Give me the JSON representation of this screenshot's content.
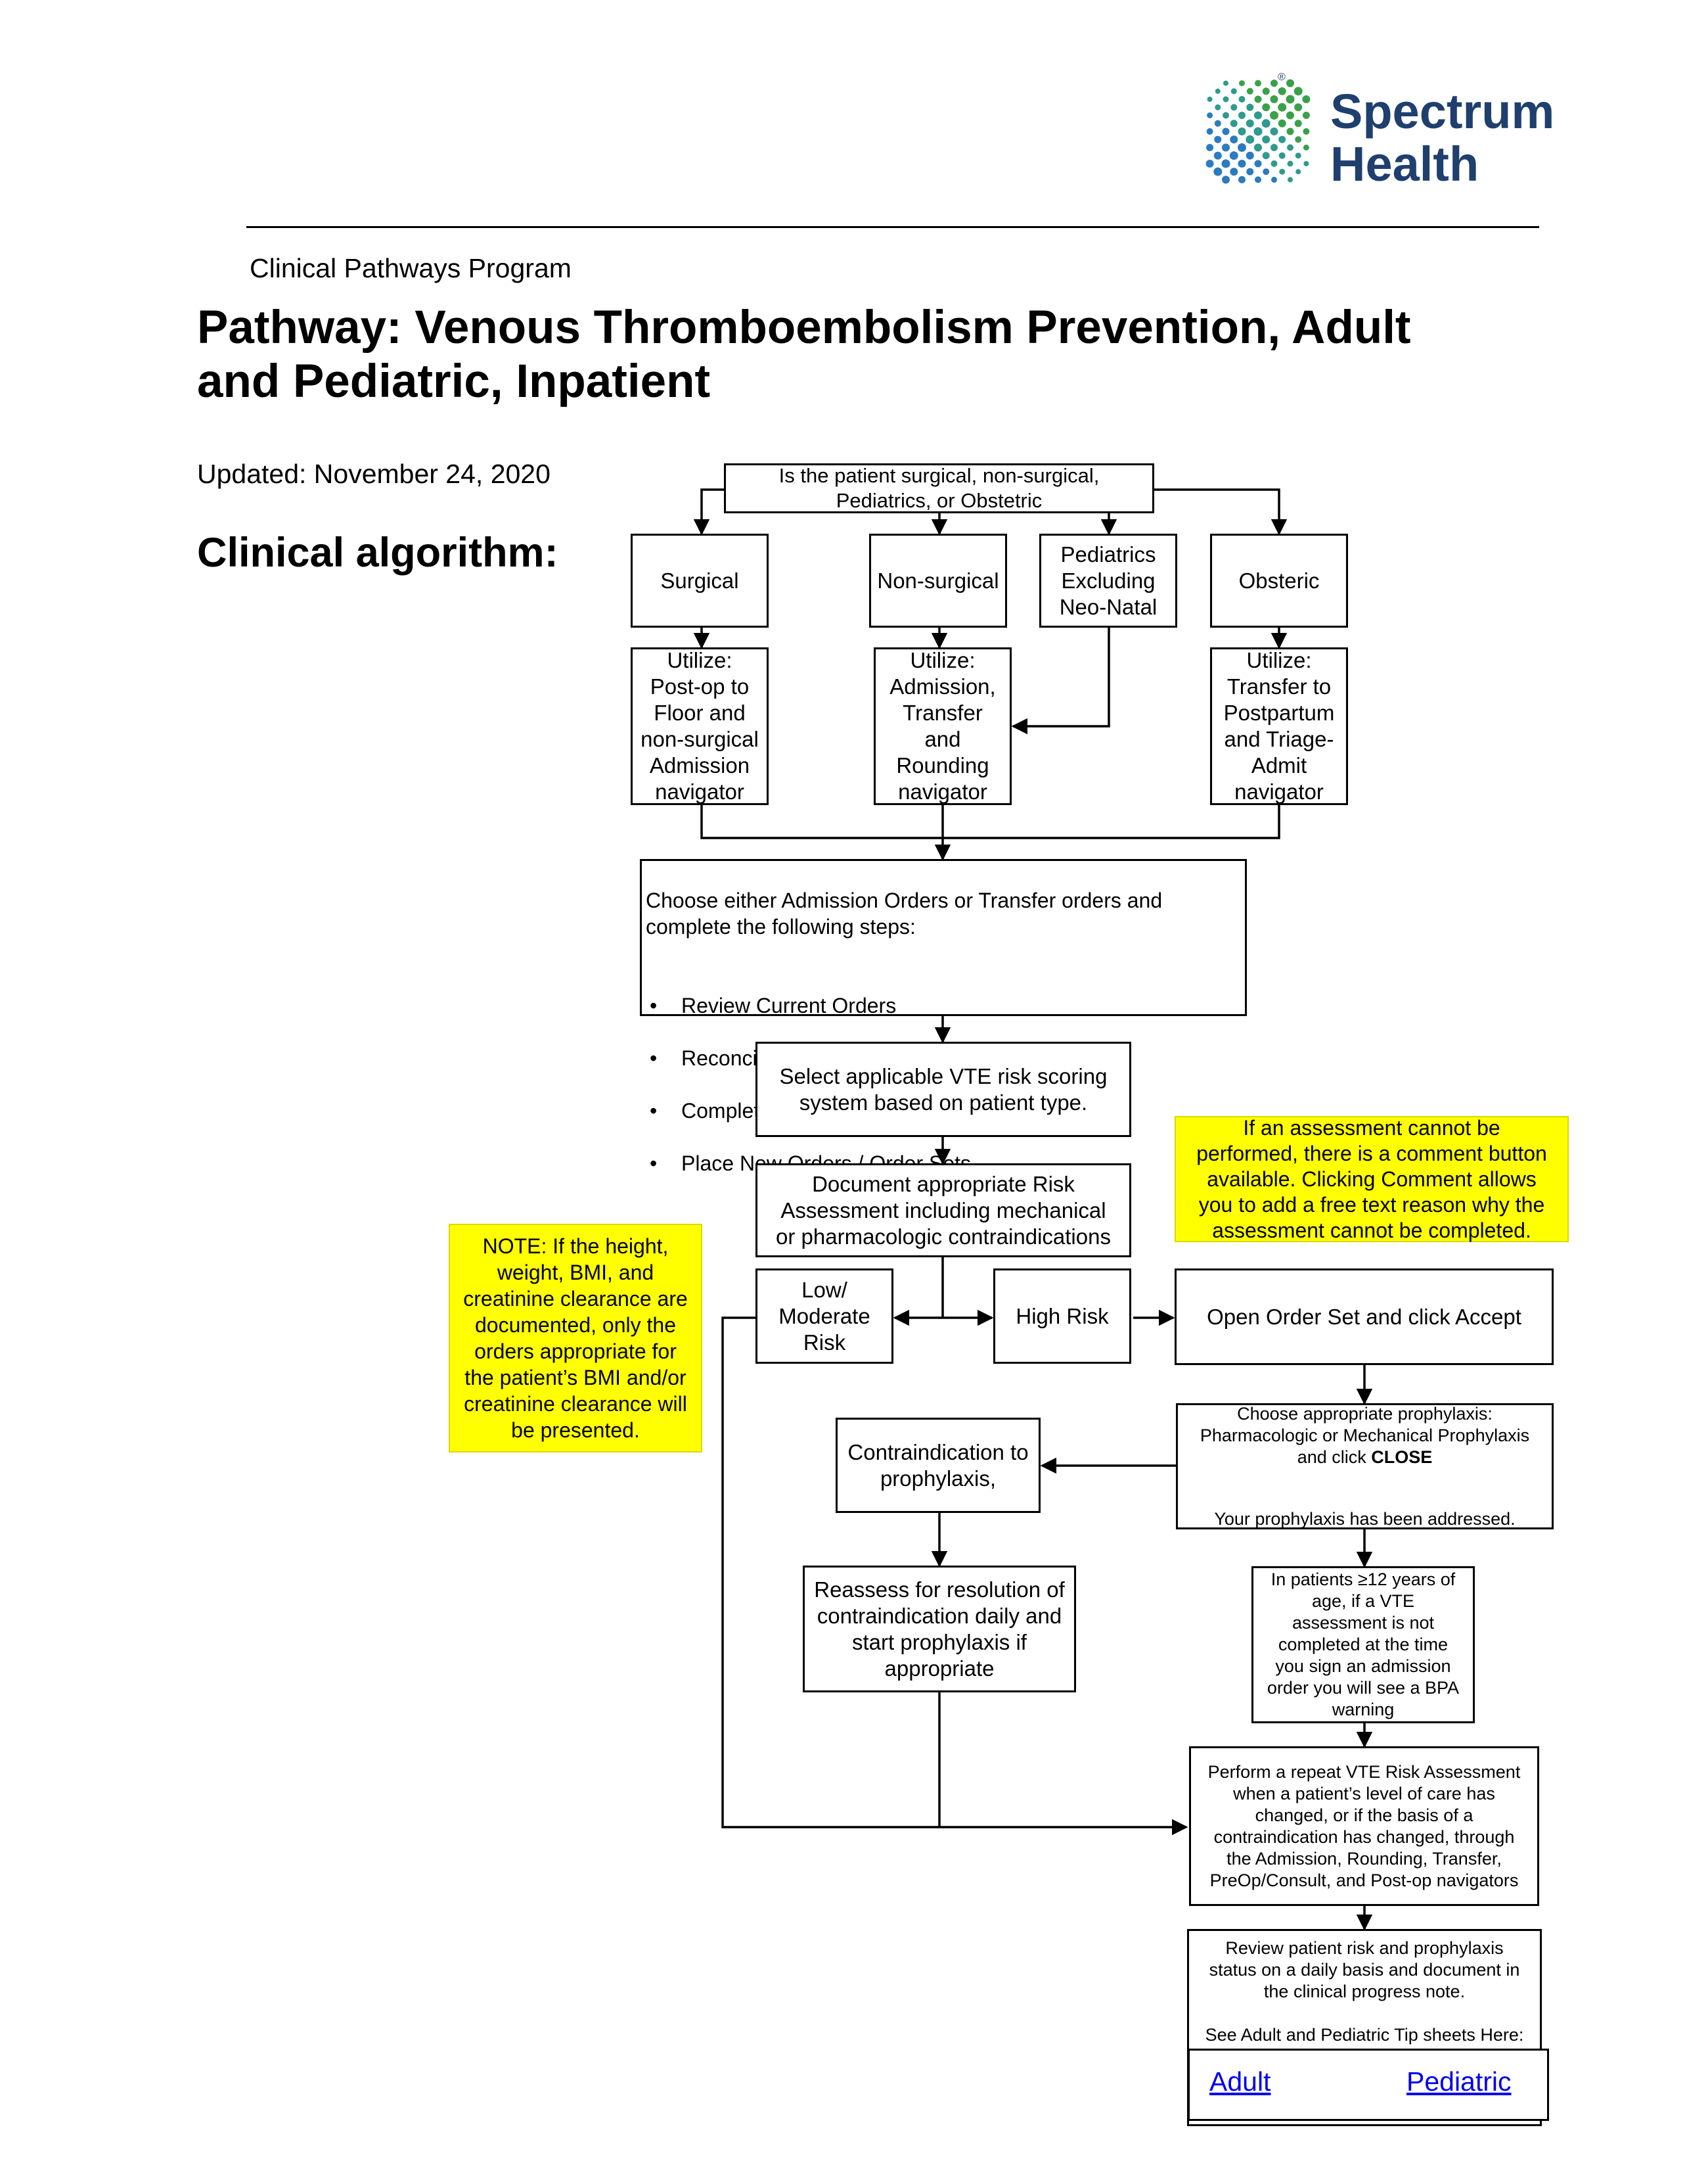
{
  "logo": {
    "line1": "Spectrum",
    "line2": "Health",
    "mark": "registered-mark",
    "brand_color": "#1f3f6e",
    "accent_green": "#3aa14a",
    "accent_blue": "#2b7bbf"
  },
  "header": {
    "program": "Clinical Pathways Program",
    "title_line1": "Pathway: Venous Thromboembolism Prevention, Adult",
    "title_line2": "and Pediatric, Inpatient",
    "updated": "Updated: November 24, 2020",
    "section": "Clinical algorithm:"
  },
  "flow": {
    "question": "Is the patient surgical, non-surgical,\nPediatrics, or Obstetric",
    "surgical": "Surgical",
    "nonsurgical": "Non-surgical",
    "pediatrics": "Pediatrics\nExcluding\nNeo-Natal",
    "obstetric": "Obsteric",
    "utilize_surgical": "Utilize:\nPost-op to\nFloor and\nnon-surgical\nAdmission\nnavigator",
    "utilize_nonsurgical": "Utilize:\nAdmission,\nTransfer\nand\nRounding\nnavigator",
    "utilize_obstetric": "Utilize:\nTransfer to\nPostpartum\nand Triage-\nAdmit\nnavigator",
    "orders_intro": "Choose either Admission Orders or Transfer orders and complete the following steps:",
    "orders_steps": [
      "Review Current Orders",
      "Reconcile Home Medications",
      "Complete VTE Assessments",
      "Place New Orders / Order Sets"
    ],
    "select_system": "Select applicable VTE risk scoring\nsystem based on patient type.",
    "document": "Document appropriate Risk\nAssessment including mechanical\nor pharmacologic contraindications",
    "low_risk": "Low/\nModerate\nRisk",
    "high_risk": "High Risk",
    "open_order": "Open Order Set and click Accept",
    "choose_prophylaxis_1": "Choose appropriate prophylaxis:\nPharmacologic or Mechanical Prophylaxis\nand click ",
    "choose_prophylaxis_bold": "CLOSE",
    "choose_prophylaxis_2": "Your prophylaxis has been addressed.",
    "contraindication": "Contraindication to\nprophylaxis,",
    "reassess": "Reassess for resolution of\ncontraindication daily and\nstart prophylaxis if\nappropriate",
    "bpa": "In patients  ≥12 years of\nage, if a VTE\nassessment is not\ncompleted at the time\nyou sign an admission\norder you will see a BPA\nwarning",
    "repeat": "Perform a repeat VTE Risk Assessment\nwhen a patient’s level of care has\nchanged, or if the basis of a\ncontraindication has changed, through\nthe Admission, Rounding, Transfer,\nPreOp/Consult, and Post-op navigators",
    "review": "Review patient risk and prophylaxis\nstatus on a daily basis and document in\nthe clinical progress note.\n\nSee Adult and Pediatric Tip sheets Here:",
    "link_adult": "Adult",
    "link_pediatric": "Pediatric"
  },
  "notes": {
    "left_note": "NOTE:  If the height,\nweight, BMI, and\ncreatinine clearance are\ndocumented, only the\norders appropriate for\nthe patient’s BMI and/or\ncreatinine clearance will\nbe presented.",
    "right_note": "If an assessment cannot be\nperformed, there is a comment button\navailable.  Clicking Comment allows\nyou to add a free text reason why the\nassessment cannot be completed.",
    "highlight_color": "#ffff00"
  }
}
